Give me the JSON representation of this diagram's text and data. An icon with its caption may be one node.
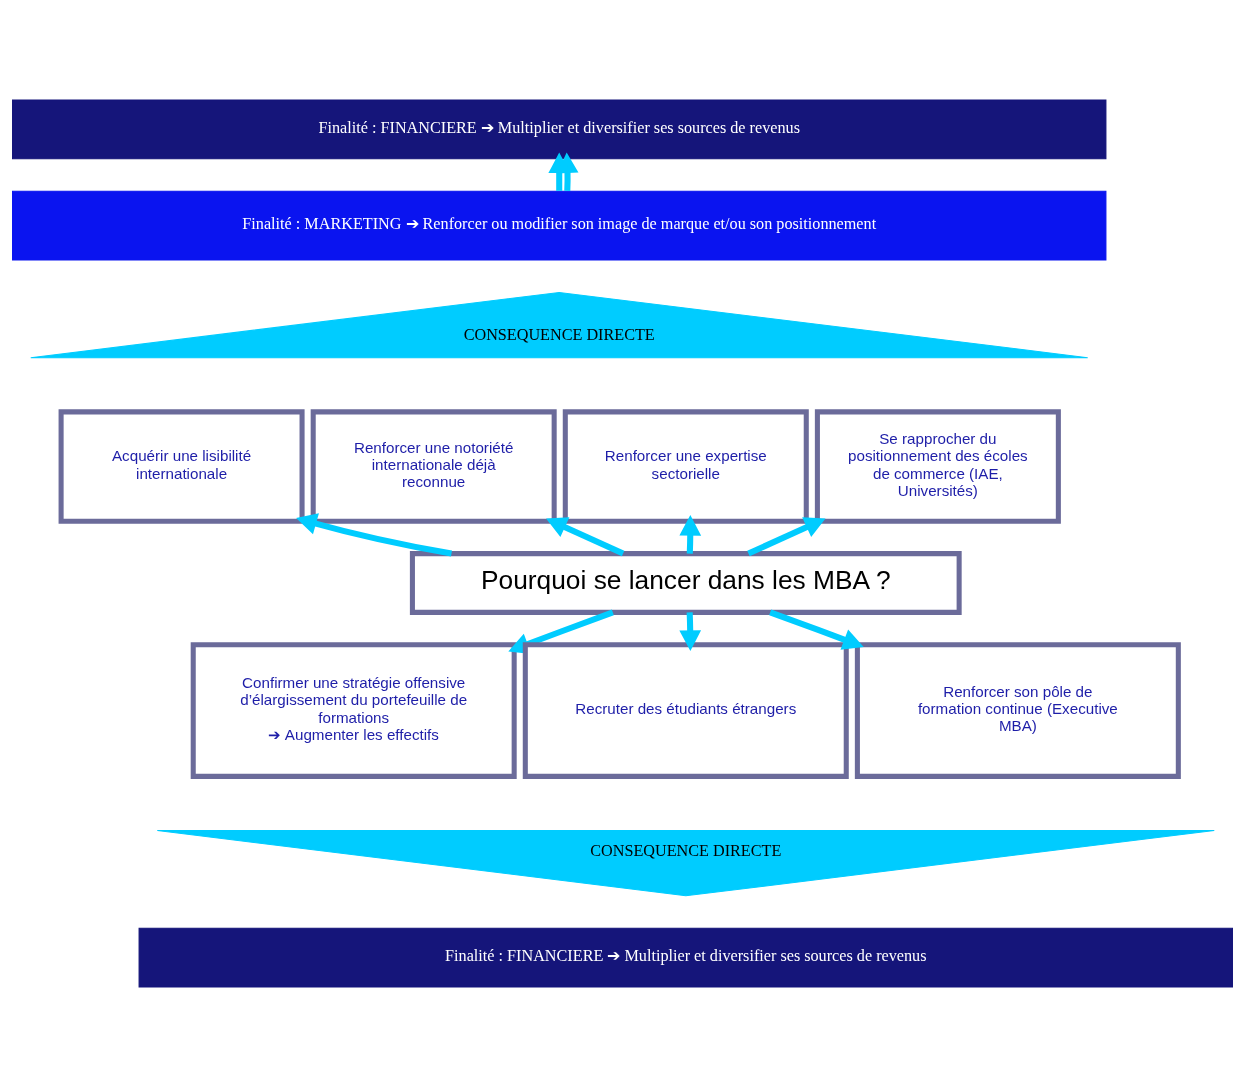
{
  "diagram": {
    "nodes": [
      {
        "text": [
          "Finalité : FINANCIERE ➔ Multiplier et diversifier ses sources de revenus"
        ]
      },
      {
        "text": [
          "Finalité : MARKETING ➔ Renforcer ou modifier son image de marque et/ou son positionnement"
        ]
      },
      {
        "text": [
          "CONSEQUENCE DIRECTE"
        ]
      },
      {
        "text": [
          "Acquérir une lisibilité internationale"
        ]
      },
      {
        "text": [
          "Renforcer une notoriété internationale déjà reconnue"
        ]
      },
      {
        "text": [
          "Renforcer une expertise sectorielle"
        ]
      },
      {
        "text": [
          "Se rapprocher du positionnement des écoles de commerce (IAE, Universités)"
        ]
      },
      {
        "text": [
          "Pourquoi se lancer dans les MBA ?"
        ]
      },
      {
        "text": [
          "Confirmer une stratégie offensive d’élargissement du portefeuille de formations",
          "➔ Augmenter les effectifs"
        ]
      },
      {
        "text": [
          "Recruter des étudiants étrangers"
        ]
      },
      {
        "text": [
          "Renforcer son pôle de formation continue (Executive MBA)"
        ]
      },
      {
        "text": [
          "CONSEQUENCE DIRECTE"
        ]
      },
      {
        "text": [
          "Finalité : FINANCIERE ➔ Multiplier et diversifier ses sources de revenus"
        ]
      }
    ],
    "edges": [
      {
        "from": 1,
        "to": 0,
        "arrow": "to"
      },
      {
        "from": 1,
        "to": 0,
        "arrow": "to"
      },
      {
        "from": 7,
        "to": 3,
        "arrow": "to"
      },
      {
        "from": 7,
        "to": 4,
        "arrow": "to"
      },
      {
        "from": 7,
        "to": 5,
        "arrow": "to"
      },
      {
        "from": 7,
        "to": 6,
        "arrow": "to"
      },
      {
        "from": 7,
        "to": 8,
        "arrow": "to"
      },
      {
        "from": 7,
        "to": 9,
        "arrow": "to"
      },
      {
        "from": 7,
        "to": 10,
        "arrow": "to"
      }
    ]
  }
}
